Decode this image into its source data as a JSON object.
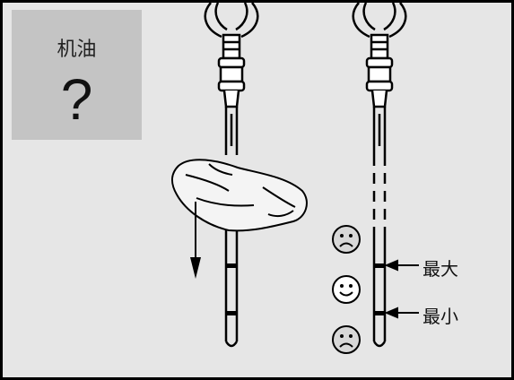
{
  "oil_label": {
    "title": "机油",
    "symbol": "?"
  },
  "dipstick_marks": {
    "max_label": "最大",
    "min_label": "最小"
  },
  "indicators": [
    {
      "name": "too-high",
      "face": "sad"
    },
    {
      "name": "ok",
      "face": "happy"
    },
    {
      "name": "too-low",
      "face": "sad"
    }
  ],
  "colors": {
    "background": "#e6e6e6",
    "label_box": "#c4c4c4",
    "line": "#000000"
  }
}
